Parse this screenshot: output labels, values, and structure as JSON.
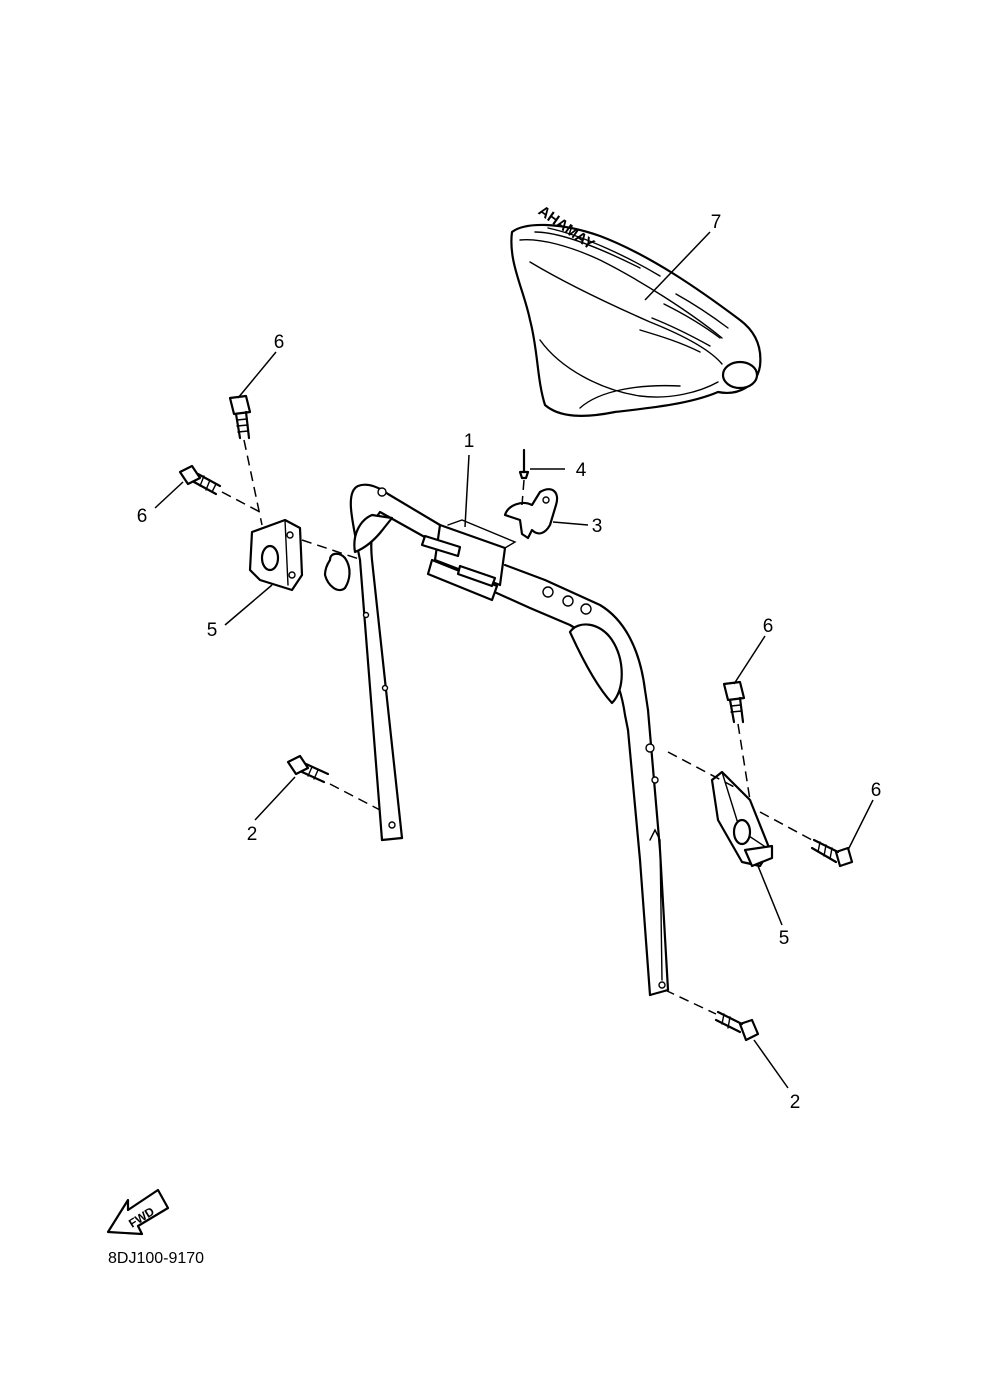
{
  "diagram": {
    "part_code": "8DJ100-9170",
    "brand_text": "YAMAHA",
    "fwd_label": "FWD",
    "callouts": {
      "c1": "1",
      "c2a": "2",
      "c2b": "2",
      "c3": "3",
      "c4": "4",
      "c5a": "5",
      "c5b": "5",
      "c6a": "6",
      "c6b": "6",
      "c6c": "6",
      "c6d": "6",
      "c7": "7"
    }
  }
}
